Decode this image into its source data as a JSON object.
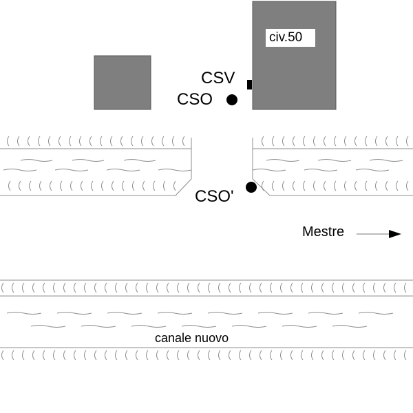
{
  "labels": {
    "building_number": "civ.50",
    "csv": "CSV",
    "cso": "CSO",
    "cso_prime": "CSO'",
    "direction": "Mestre",
    "canal": "canale nuovo"
  },
  "colors": {
    "building": "#7f7f7f",
    "line": "#8c8c8c",
    "marker": "#000000",
    "background": "#ffffff"
  },
  "icons": {
    "cso_marker": "filled-circle",
    "cso_prime_marker": "filled-circle",
    "csv_marker": "filled-rectangle",
    "direction_arrow": "right-arrow"
  }
}
